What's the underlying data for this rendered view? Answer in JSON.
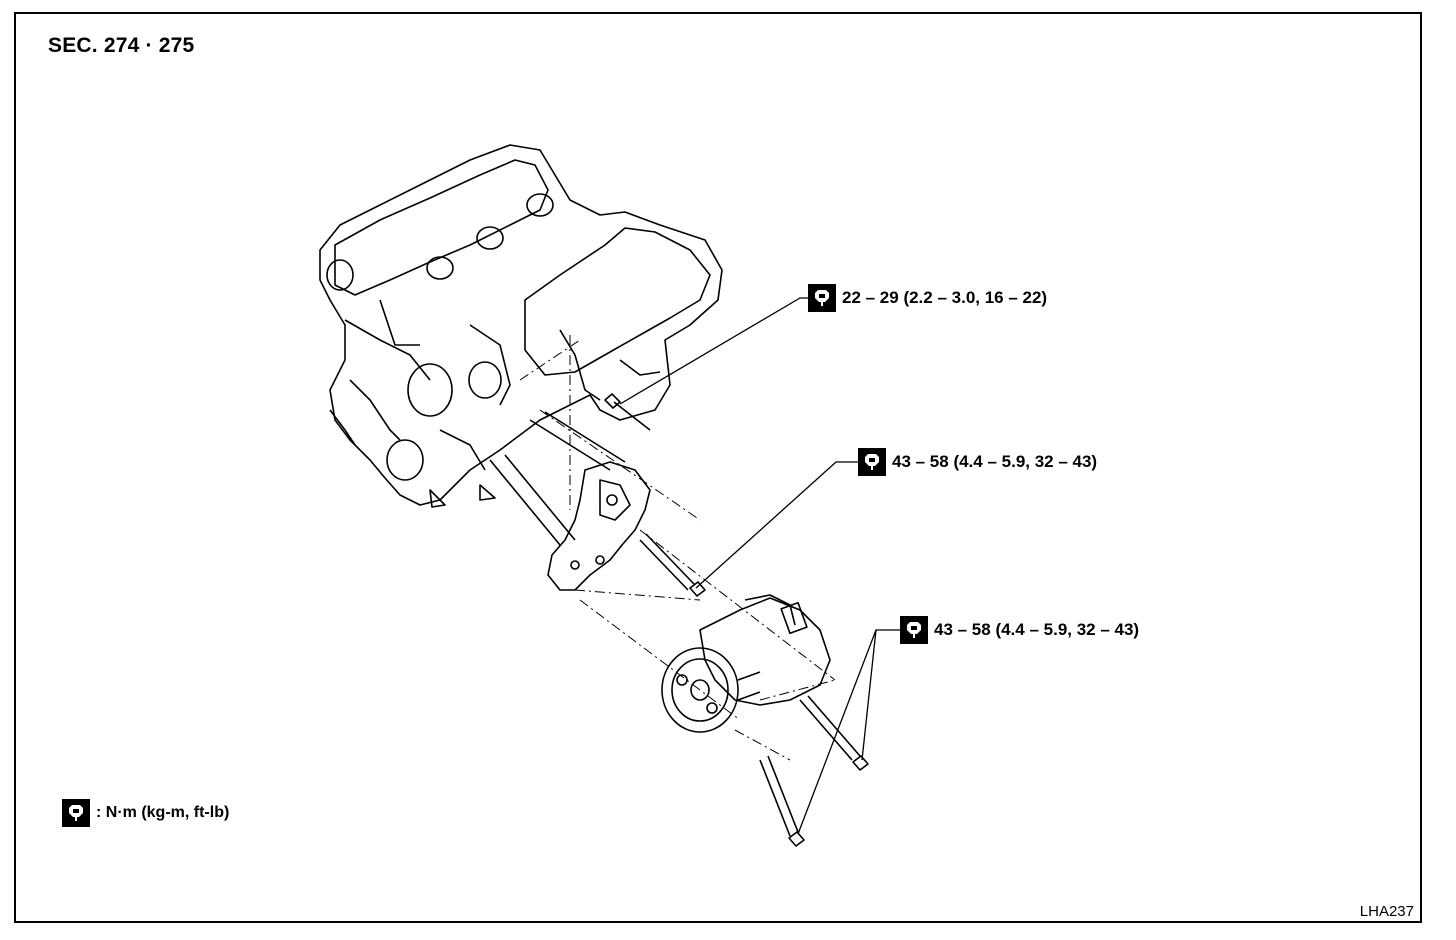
{
  "section_title": "SEC. 274 · 275",
  "torque_specs": [
    {
      "value": "22 – 29 (2.2 – 3.0, 16 – 22)"
    },
    {
      "value": "43 – 58 (4.4 – 5.9, 32 – 43)"
    },
    {
      "value": "43 – 58 (4.4 – 5.9, 32 – 43)"
    }
  ],
  "legend": {
    "icon": "torque-wrench-icon",
    "text": ": N·m (kg-m, ft-lb)"
  },
  "figure_code": "LHA237"
}
